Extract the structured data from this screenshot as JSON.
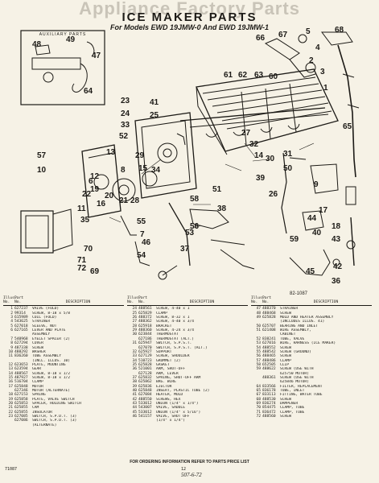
{
  "watermark": "Appliance Factory Parts",
  "title": "ICE MAKER PARTS",
  "subtitle": "For Models  EWD 19JMW-0 And EWD 19JMW-1",
  "aux_label": "AUXILIARY PARTS",
  "diagram_code": "82-1087",
  "callouts": [
    "48",
    "49",
    "47",
    "64",
    "66",
    "67",
    "68",
    "5",
    "4",
    "2",
    "3",
    "1",
    "61",
    "62",
    "63",
    "60",
    "23",
    "41",
    "24",
    "25",
    "33",
    "52",
    "39",
    "32",
    "14",
    "30",
    "31",
    "65",
    "13",
    "29",
    "15",
    "34",
    "19",
    "20",
    "21",
    "28",
    "6",
    "8",
    "12",
    "22",
    "11",
    "10",
    "27",
    "57",
    "16",
    "58",
    "26",
    "35",
    "9",
    "7",
    "56",
    "51",
    "38",
    "50",
    "40",
    "59",
    "17",
    "44",
    "18",
    "45",
    "43",
    "53",
    "46",
    "37",
    "42",
    "55",
    "36",
    "54",
    "69",
    "70",
    "71",
    "72"
  ],
  "columns_header": {
    "illus": "Illus.",
    "no": "No.",
    "part": "Part",
    "part_no": "No.",
    "desc": "DESCRIPTION"
  },
  "parts": [
    [
      {
        "n": "1",
        "p": "627237",
        "d": "VALVE (FOLD)"
      },
      {
        "n": "2",
        "p": "99314",
        "d": "SCREW, 8-18 x 5/8"
      },
      {
        "n": "3",
        "p": "615989",
        "d": "COIL (FOLD)"
      },
      {
        "n": "4",
        "p": "543625",
        "d": "STRAINER"
      },
      {
        "n": "5",
        "p": "627018",
        "d": "SLEEVE, NUT"
      },
      {
        "n": "6",
        "p": "627165",
        "d": "LEVER AND PLATE"
      },
      {
        "n": "",
        "p": "",
        "d": "ASSEMBLY"
      },
      {
        "n": "7",
        "p": "540968",
        "d": "EYELET SPACER (2)"
      },
      {
        "n": "8",
        "p": "627294",
        "d": "COVER"
      },
      {
        "n": "9",
        "p": "487338",
        "d": "SCREW"
      },
      {
        "n": "10",
        "p": "488292",
        "d": "WASHER"
      },
      {
        "n": "11",
        "p": "836260",
        "d": "TUBE ASSEMBLY"
      },
      {
        "n": "",
        "p": "",
        "d": "(INCL. ILLUS. 10)"
      },
      {
        "n": "12",
        "p": "623653",
        "d": "PLATE, MOUNTING"
      },
      {
        "n": "13",
        "p": "623594",
        "d": "GEAR"
      },
      {
        "n": "14",
        "p": "488567",
        "d": "SCREW, 8-18 x 1/2"
      },
      {
        "n": "15",
        "p": "487927",
        "d": "SCREW, 8-18 x 1/2"
      },
      {
        "n": "16",
        "p": "516704",
        "d": "CLAMP"
      },
      {
        "n": "17",
        "p": "625848",
        "d": "MOTOR"
      },
      {
        "n": "",
        "p": "627346",
        "d": "MOTOR (ALTERNATE)"
      },
      {
        "n": "18",
        "p": "627153",
        "d": "SPRING"
      },
      {
        "n": "19",
        "p": "625858",
        "d": "PLATE, VALVE SWITCH"
      },
      {
        "n": "20",
        "p": "625853",
        "d": "SPACER, HOLDING SWITCH"
      },
      {
        "n": "21",
        "p": "625855",
        "d": "CAM"
      },
      {
        "n": "22",
        "p": "625855",
        "d": "INSULATOR"
      },
      {
        "n": "23",
        "p": "627085",
        "d": "SWITCH, S.P.D.T. (3)"
      },
      {
        "n": "",
        "p": "627086",
        "d": "SWITCH, S.P.D.T. (3)"
      },
      {
        "n": "",
        "p": "",
        "d": "(ALTERNATE)"
      }
    ],
    [
      {
        "n": "24",
        "p": "488561",
        "d": "SCREW, 4-40 x 1"
      },
      {
        "n": "25",
        "p": "625829",
        "d": "CLAMP"
      },
      {
        "n": "26",
        "p": "488372",
        "d": "SCREW, 8-32 x 1"
      },
      {
        "n": "27",
        "p": "488362",
        "d": "SCREW, 4-40 x 3/4"
      },
      {
        "n": "28",
        "p": "625918",
        "d": "BRACKET"
      },
      {
        "n": "29",
        "p": "488360",
        "d": "SCREW, 4-24 x 3/4"
      },
      {
        "n": "30",
        "p": "623844",
        "d": "THERMOSTAT"
      },
      {
        "n": "",
        "p": "627186",
        "d": "THERMOSTAT (ALT.)"
      },
      {
        "n": "31",
        "p": "625947",
        "d": "SWITCH, S.P.S.T."
      },
      {
        "n": "",
        "p": "627070",
        "d": "SWITCH, S.P.S.T. (ALT.)"
      },
      {
        "n": "32",
        "p": "625927",
        "d": "SUPPORT"
      },
      {
        "n": "33",
        "p": "627129",
        "d": "SCREW, SHOULDER"
      },
      {
        "n": "34",
        "p": "510723",
        "d": "GROMMET (2)"
      },
      {
        "n": "35",
        "p": "625828",
        "d": "GASKET"
      },
      {
        "n": "36",
        "p": "521001",
        "d": "ARM, SHUT-OFF"
      },
      {
        "n": "",
        "p": "627128",
        "d": "ARM, LEVER"
      },
      {
        "n": "37",
        "p": "625832",
        "d": "SPRING, SHUT-OFF ARM"
      },
      {
        "n": "38",
        "p": "625862",
        "d": "BRG. WIRE"
      },
      {
        "n": "39",
        "p": "625836",
        "d": "EJECTOR"
      },
      {
        "n": "40",
        "p": "625848",
        "d": "INSERT, PLASTIC TUBE (2)"
      },
      {
        "n": "41",
        "p": "627084",
        "d": "HEATER, MOLD"
      },
      {
        "n": "42",
        "p": "488550",
        "d": "SCREWS, HEX"
      },
      {
        "n": "43",
        "p": "533012",
        "d": "UNION (1/4\" x 1/4\")"
      },
      {
        "n": "44",
        "p": "543007",
        "d": "VALVE, SADDLE"
      },
      {
        "n": "45",
        "p": "533012",
        "d": "UNION (1/4\" x 5/16\")"
      },
      {
        "n": "46",
        "p": "541157",
        "d": "VALVE, SHUT OFF"
      },
      {
        "n": "",
        "p": "",
        "d": "(1/4\" x 1/4\")"
      }
    ],
    [
      {
        "n": "47",
        "p": "488370",
        "d": "STRAINER"
      },
      {
        "n": "48",
        "p": "488468",
        "d": "SCREW"
      },
      {
        "n": "49",
        "p": "625828",
        "d": "MOLD AND HEATER ASSEMBLY"
      },
      {
        "n": "",
        "p": "",
        "d": "(INCLUDES ILLUS. 41)"
      },
      {
        "n": "50",
        "p": "625707",
        "d": "BEARING AND INLET"
      },
      {
        "n": "51",
        "p": "621408",
        "d": "WIRE ASSEMBLY,"
      },
      {
        "n": "",
        "p": "",
        "d": "CABINET"
      },
      {
        "n": "52",
        "p": "838241",
        "d": "TUBE, VALVE"
      },
      {
        "n": "53",
        "p": "627016",
        "d": "WIRE, HARNESS (ICE MAKER)"
      },
      {
        "n": "54",
        "p": "488552",
        "d": "SCREW"
      },
      {
        "n": "55",
        "p": "488542",
        "d": "SCREW (GROUND)"
      },
      {
        "n": "56",
        "p": "488465",
        "d": "SCREW"
      },
      {
        "n": "57",
        "p": "488486",
        "d": "CLAMP"
      },
      {
        "n": "58",
        "p": "652505",
        "d": "CLIP"
      },
      {
        "n": "59",
        "p": "488622",
        "d": "SCREW (USE WITH"
      },
      {
        "n": "",
        "p": "",
        "d": "625750 MOTOR)"
      },
      {
        "n": "",
        "p": "488361",
        "d": "SCREW (USE WITH"
      },
      {
        "n": "",
        "p": "",
        "d": "625846 MOTOR)"
      },
      {
        "n": "64",
        "p": "833566",
        "d": "FILTER, REPLACEMENT"
      },
      {
        "n": "65",
        "p": "836178",
        "d": "TUBE, INLET"
      },
      {
        "n": "67",
        "p": "833113",
        "d": "FITTING, WATER TUBE"
      },
      {
        "n": "68",
        "p": "488530",
        "d": "SCREW"
      },
      {
        "n": "69",
        "p": "836274",
        "d": "DAMPENER"
      },
      {
        "n": "70",
        "p": "854475",
        "d": "CLAMP, TUBE"
      },
      {
        "n": "71",
        "p": "836472",
        "d": "CLAMP, TUBE"
      },
      {
        "n": "72",
        "p": "488560",
        "d": "SCREW"
      }
    ]
  ],
  "order_note": "FOR ORDERING INFORMATION REFER TO PARTS PRICE LIST",
  "footer_left": "71087",
  "footer_center": "12",
  "footer_stamp": "507-6-72"
}
